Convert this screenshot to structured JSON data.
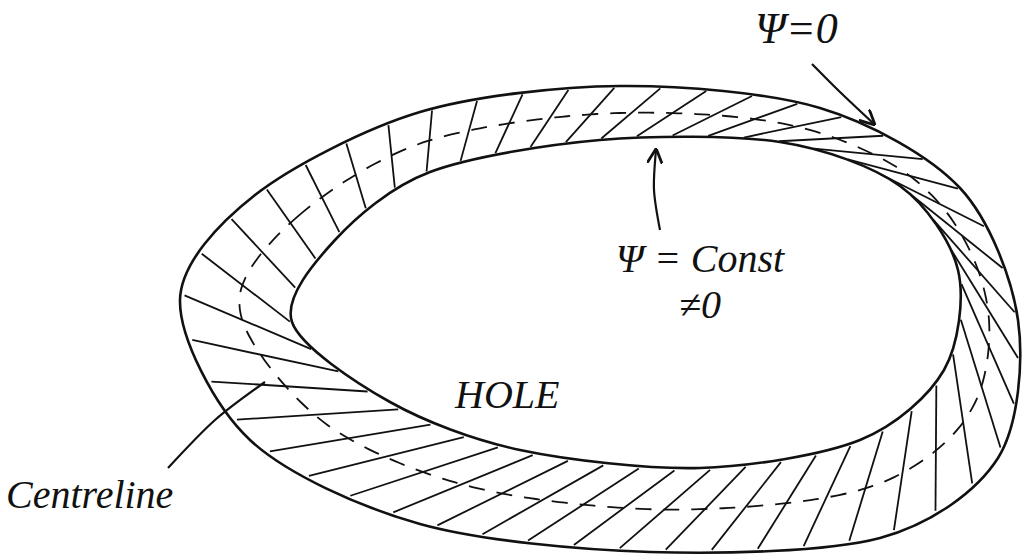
{
  "diagram": {
    "labels": [
      "Ψ=0",
      "Ψ = Const ≠0",
      "HOLE",
      "Centreline"
    ]
  }
}
